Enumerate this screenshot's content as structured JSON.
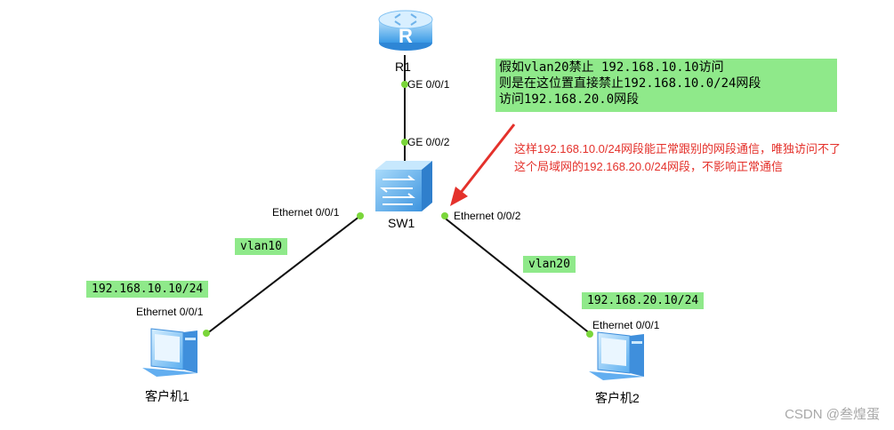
{
  "devices": {
    "router": {
      "name": "R1",
      "port": "GE 0/0/1"
    },
    "switch": {
      "name": "SW1",
      "uplink_port": "GE 0/0/2",
      "left_port": "Ethernet 0/0/1",
      "right_port": "Ethernet 0/0/2"
    },
    "pc1": {
      "name": "客户机1",
      "port": "Ethernet 0/0/1",
      "vlan": "vlan10",
      "ip": "192.168.10.10/24"
    },
    "pc2": {
      "name": "客户机2",
      "port": "Ethernet 0/0/1",
      "vlan": "vlan20",
      "ip": "192.168.20.10/24"
    }
  },
  "note": {
    "line1": "假如vlan20禁止 192.168.10.10访问",
    "line2": "则是在这位置直接禁止192.168.10.0/24网段",
    "line3": "访问192.168.20.0网段"
  },
  "red_note": "这样192.168.10.0/24网段能正常跟别的网段通信，唯独访问不了这个局域网的192.168.20.0/24网段，不影响正常通信",
  "watermark": "CSDN @叁煌蛋",
  "colors": {
    "highlight": "#8fe98a",
    "annotation": "#e4312b",
    "port_dot": "#7ad63a",
    "device_blue": "#5aaef0"
  }
}
